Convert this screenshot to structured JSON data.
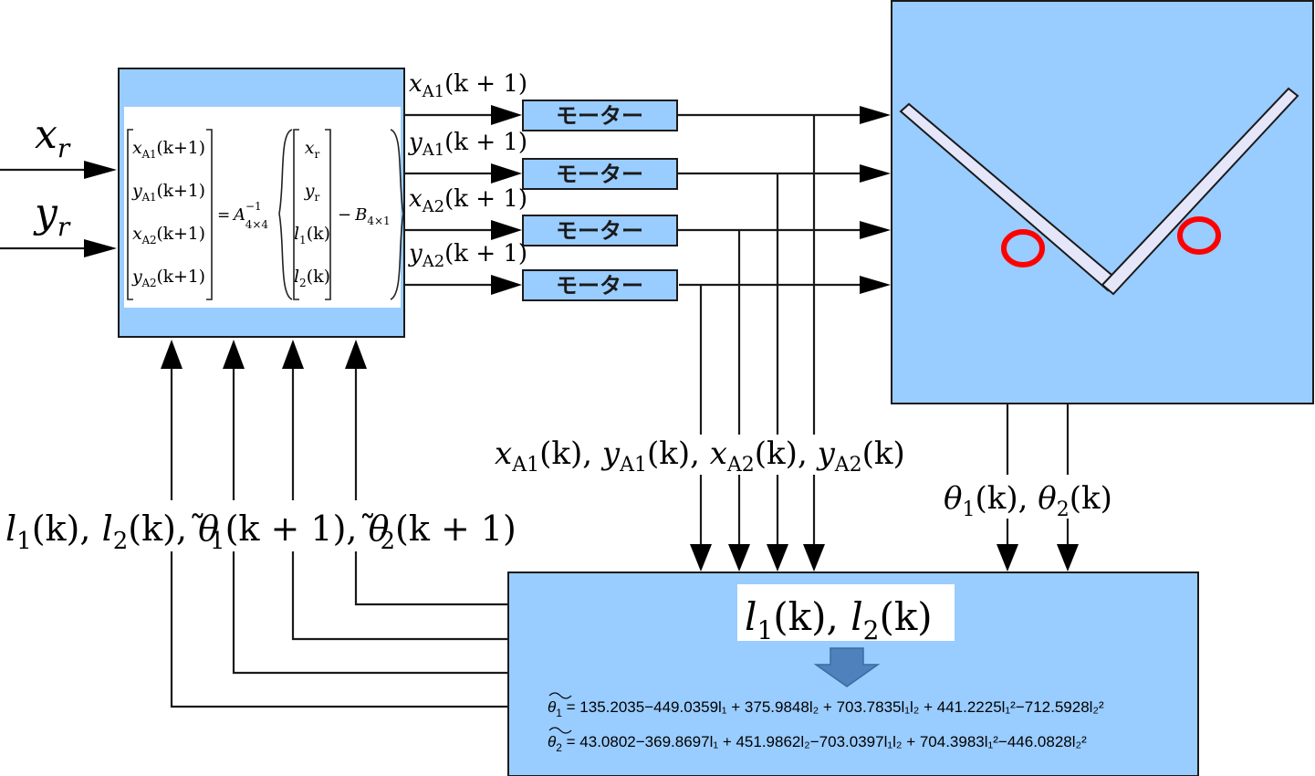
{
  "inputs": {
    "xr": {
      "sym": "x",
      "sub": "r"
    },
    "yr": {
      "sym": "y",
      "sub": "r"
    }
  },
  "controller": {
    "lhs_vector": [
      {
        "sym": "x",
        "sub": "A1",
        "arg": "(k+1)"
      },
      {
        "sym": "y",
        "sub": "A1",
        "arg": "(k+1)"
      },
      {
        "sym": "x",
        "sub": "A2",
        "arg": "(k+1)"
      },
      {
        "sym": "y",
        "sub": "A2",
        "arg": "(k+1)"
      }
    ],
    "equals": "=",
    "A_sym": "A",
    "A_sup": "−1",
    "A_sub": "4×4",
    "rhs_vector": [
      {
        "sym": "x",
        "sub": "r",
        "arg": ""
      },
      {
        "sym": "y",
        "sub": "r",
        "arg": ""
      },
      {
        "sym": "l",
        "sub": "1",
        "arg": "(k)"
      },
      {
        "sym": "l",
        "sub": "2",
        "arg": "(k)"
      }
    ],
    "minus": "−",
    "B_sym": "B",
    "B_sub": "4×1"
  },
  "motor_signals": [
    {
      "sym": "x",
      "sub": "A1",
      "arg": "(k + 1)"
    },
    {
      "sym": "y",
      "sub": "A1",
      "arg": "(k + 1)"
    },
    {
      "sym": "x",
      "sub": "A2",
      "arg": "(k + 1)"
    },
    {
      "sym": "y",
      "sub": "A2",
      "arg": "(k + 1)"
    }
  ],
  "motors": [
    {
      "label": "モーター"
    },
    {
      "label": "モーター"
    },
    {
      "label": "モーター"
    },
    {
      "label": "モーター"
    }
  ],
  "plant": {
    "description": "V-shaped two-finger mechanism with two red circular objects",
    "finger_color": "#e6e6fa",
    "object_color": "#ff0000"
  },
  "feedback_label": "x_A1(k), y_A1(k), x_A2(k), y_A2(k)",
  "feedback_terms": [
    {
      "sym": "x",
      "sub": "A1",
      "arg": "(k)"
    },
    {
      "sym": "y",
      "sub": "A1",
      "arg": "(k)"
    },
    {
      "sym": "x",
      "sub": "A2",
      "arg": "(k)"
    },
    {
      "sym": "y",
      "sub": "A2",
      "arg": "(k)"
    }
  ],
  "theta_label": [
    {
      "sym": "θ",
      "sub": "1",
      "arg": "(k)"
    },
    {
      "sym": "θ",
      "sub": "2",
      "arg": "(k)"
    }
  ],
  "controller_inputs_label": [
    {
      "sym": "l",
      "sub": "1",
      "arg": "(k)",
      "tilde": false
    },
    {
      "sym": "l",
      "sub": "2",
      "arg": "(k)",
      "tilde": false
    },
    {
      "sym": "θ",
      "sub": "1",
      "arg": "(k + 1)",
      "tilde": true
    },
    {
      "sym": "θ",
      "sub": "2",
      "arg": "(k + 1)",
      "tilde": true
    }
  ],
  "estimator": {
    "title": [
      {
        "sym": "l",
        "sub": "1",
        "arg": "(k)"
      },
      {
        "sym": "l",
        "sub": "2",
        "arg": "(k)"
      }
    ],
    "arrow_icon": "down-arrow",
    "equations": [
      {
        "lhs": "θ̃₁",
        "lhs_sym": "θ",
        "lhs_sub": "1",
        "text": "= 135.2035−449.0359l₁ + 375.9848l₂ + 703.7835l₁l₂ + 441.2225l₁²−712.5928l₂²",
        "constant": 135.2035,
        "coef_l1": -449.0359,
        "coef_l2": 375.9848,
        "coef_l1l2": 703.7835,
        "coef_l1sq": 441.2225,
        "coef_l2sq": -712.5928
      },
      {
        "lhs": "θ̃₂",
        "lhs_sym": "θ",
        "lhs_sub": "2",
        "text": "= 43.0802−369.8697l₁ + 451.9862l₂−703.0397l₁l₂ + 704.3983l₁²−446.0828l₂²",
        "constant": 43.0802,
        "coef_l1": -369.8697,
        "coef_l2": 451.9862,
        "coef_l1l2": -703.0397,
        "coef_l1sq": 704.3983,
        "coef_l2sq": -446.0828
      }
    ]
  },
  "colors": {
    "block_fill": "#99ccff",
    "line": "#1a1a1a",
    "arrow_icon": "#4f81bd",
    "object_red": "#ff0000"
  }
}
